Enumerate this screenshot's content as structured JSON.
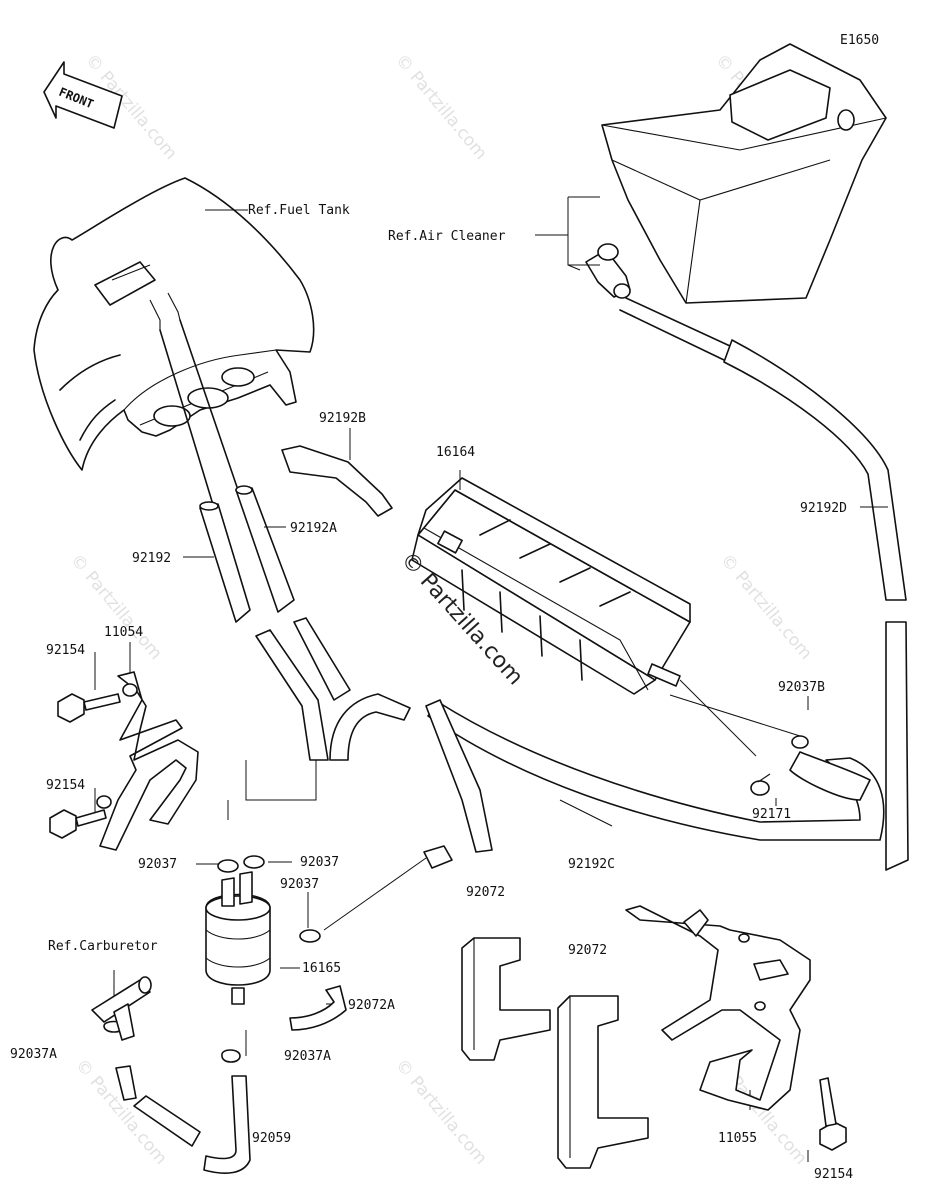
{
  "diagram_code": "E1650",
  "front_label": "FRONT",
  "watermark": "© Partzilla.com",
  "refs": {
    "fuel_tank": "Ref.Fuel Tank",
    "air_cleaner": "Ref.Air Cleaner",
    "carburetor": "Ref.Carburetor"
  },
  "parts": {
    "p92192B": "92192B",
    "p16164": "16164",
    "p92192D": "92192D",
    "p92192A": "92192A",
    "p92192": "92192",
    "p11054": "11054",
    "p92154_a": "92154",
    "p92154_b": "92154",
    "p92154_c": "92154",
    "p92037B": "92037B",
    "p92171": "92171",
    "p92037_a": "92037",
    "p92037_b": "92037",
    "p92037_c": "92037",
    "p92192C": "92192C",
    "p92072_a": "92072",
    "p92072_b": "92072",
    "p16165": "16165",
    "p92072A": "92072A",
    "p92037A_a": "92037A",
    "p92037A_b": "92037A",
    "p92059": "92059",
    "p11055": "11055"
  }
}
